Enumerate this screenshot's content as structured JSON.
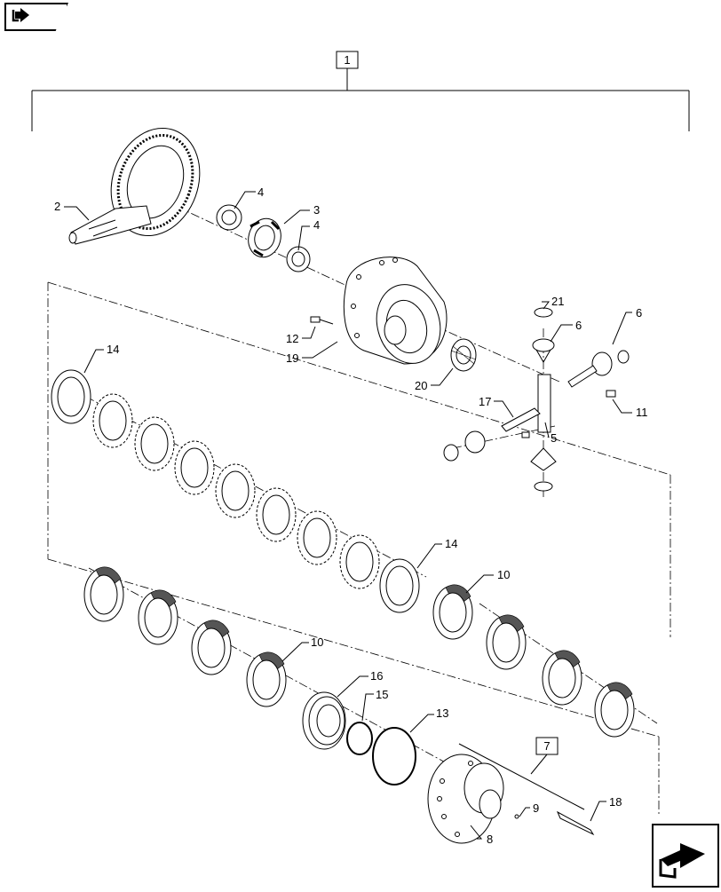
{
  "nav": {
    "prev_icon": "return-arrow-icon",
    "next_icon": "next-page-arrow-icon"
  },
  "callouts": {
    "assembly_box": "1",
    "kit_box": "7",
    "c2": "2",
    "c3": "3",
    "c4a": "4",
    "c4b": "4",
    "c5": "5",
    "c6a": "6",
    "c6b": "6",
    "c8": "8",
    "c9": "9",
    "c10a": "10",
    "c10b": "10",
    "c11": "11",
    "c12": "12",
    "c13": "13",
    "c14a": "14",
    "c14b": "14",
    "c15": "15",
    "c16": "16",
    "c17": "17",
    "c18": "18",
    "c19": "19",
    "c20": "20",
    "c21": "21"
  }
}
